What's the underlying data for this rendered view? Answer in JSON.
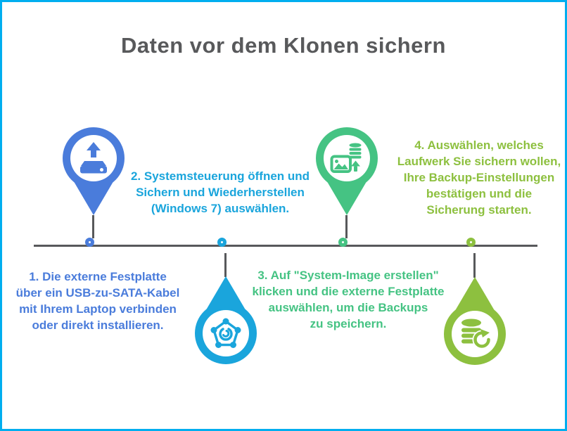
{
  "title": "Daten vor dem Klonen sichern",
  "colors": {
    "border": "#00aeef",
    "title": "#58595b",
    "line": "#58595b",
    "step1": "#4a7cdb",
    "step2": "#1aa5dc",
    "step3": "#45c383",
    "step4": "#8dc03f"
  },
  "steps": [
    {
      "number": "1",
      "label": "1. Die externe Festplatte\nüber ein USB-zu-SATA-Kabel\nmit Ihrem Laptop verbinden\noder direkt installieren.",
      "icon": "harddrive-upload-icon",
      "pin_side": "above-line",
      "text_side": "below-line",
      "color": "#4a7cdb"
    },
    {
      "number": "2",
      "label": "2. Systemsteuerung öffnen und\nSichern und Wiederherstellen\n(Windows 7) auswählen.",
      "icon": "network-power-icon",
      "pin_side": "below-line",
      "text_side": "above-line",
      "color": "#1aa5dc"
    },
    {
      "number": "3",
      "label": "3. Auf \"System-Image erstellen\"\nklicken und die externe Festplatte\nauswählen, um die Backups\nzu speichern.",
      "icon": "image-database-upload-icon",
      "pin_side": "above-line",
      "text_side": "below-line",
      "color": "#45c383"
    },
    {
      "number": "4",
      "label": "4. Auswählen, welches\nLaufwerk Sie sichern wollen,\nIhre Backup-Einstellungen\nbestätigen und die\nSicherung starten.",
      "icon": "database-refresh-icon",
      "pin_side": "below-line",
      "text_side": "above-line",
      "color": "#8dc03f"
    }
  ]
}
